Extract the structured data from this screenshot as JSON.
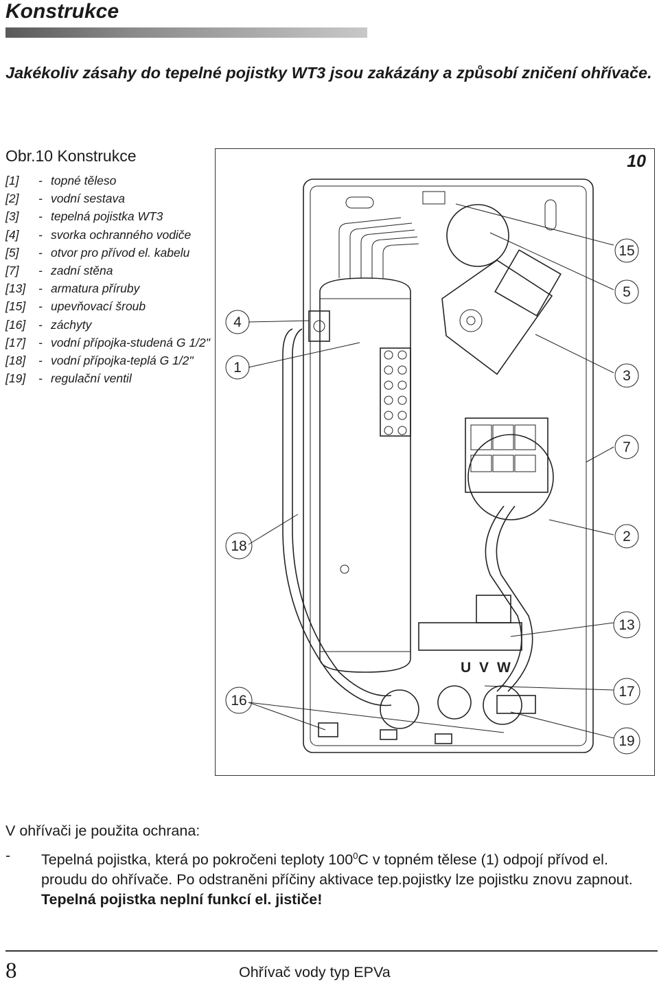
{
  "heading": "Konstrukce",
  "warning": "Jakékoliv zásahy do tepelné  pojistky WT3 jsou zakázány a způsobí zničení ohřívače.",
  "figure": {
    "caption": "Obr.10  Konstrukce",
    "number": "10",
    "callouts": [
      "15",
      "5",
      "4",
      "1",
      "3",
      "7",
      "2",
      "18",
      "13",
      "16",
      "17",
      "19"
    ],
    "terminals": [
      "U",
      "V",
      "W"
    ]
  },
  "parts": [
    {
      "num": "[1]",
      "dash": "-",
      "desc": "topné těleso"
    },
    {
      "num": "[2]",
      "dash": "-",
      "desc": "vodní sestava"
    },
    {
      "num": "[3]",
      "dash": "-",
      "desc": "tepelná pojistka WT3"
    },
    {
      "num": "[4]",
      "dash": "-",
      "desc": "svorka ochranného vodiče"
    },
    {
      "num": "[5]",
      "dash": "-",
      "desc": "otvor pro přívod el. kabelu"
    },
    {
      "num": "[7]",
      "dash": "-",
      "desc": "zadní stěna"
    },
    {
      "num": "[13]",
      "dash": "-",
      "desc": "armatura příruby"
    },
    {
      "num": "[15]",
      "dash": "-",
      "desc": "upevňovací šroub"
    },
    {
      "num": "[16]",
      "dash": "-",
      "desc": "záchyty"
    },
    {
      "num": "[17]",
      "dash": "-",
      "desc": "vodní přípojka-studená G 1/2\""
    },
    {
      "num": "[18]",
      "dash": "-",
      "desc": "vodní přípojka-teplá G 1/2\""
    },
    {
      "num": "[19]",
      "dash": "-",
      "desc": "regulační ventil"
    }
  ],
  "protection": {
    "intro": "V ohřívači je použita ochrana:",
    "dash": "-",
    "text_before_sup": "Tepelná pojistka, která po pokročeni teploty 100",
    "sup": "0",
    "text_after_sup": "C v topném tělese (1) odpojí přívod el. proudu do ohřívače. Po odstraněni příčiny aktivace tep.pojistky lze pojistku znovu zapnout. ",
    "bold": "Tepelná pojistka neplní funkcí el. jističe!"
  },
  "footer": {
    "page": "8",
    "title": "Ohřívač vody typ EPVa"
  }
}
